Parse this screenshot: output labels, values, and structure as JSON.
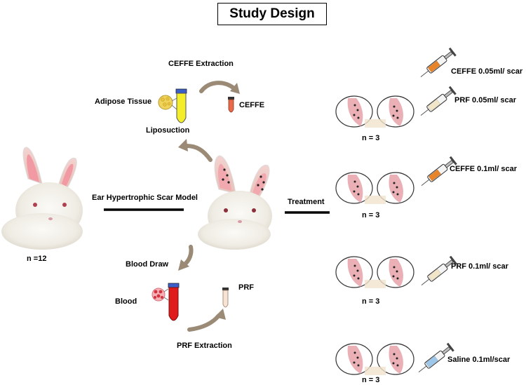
{
  "title": "Study Design",
  "cohort": {
    "count_label": "n =12"
  },
  "model": {
    "label": "Ear Hypertrophic Scar Model"
  },
  "treatment": {
    "label": "Treatment"
  },
  "ceffe_branch": {
    "extraction_label": "CEFFE Extraction",
    "adipose_label": "Adipose Tissue",
    "product_label": "CEFFE",
    "liposuction_label": "Liposuction"
  },
  "prf_branch": {
    "blood_draw_label": "Blood Draw",
    "blood_label": "Blood",
    "product_label": "PRF",
    "extraction_label": "PRF Extraction"
  },
  "groups": [
    {
      "n_label": "n = 3",
      "doses": [
        "CEFFE 0.05ml/ scar",
        "PRF 0.05ml/ scar"
      ]
    },
    {
      "n_label": "n = 3",
      "doses": [
        "CEFFE 0.1ml/ scar"
      ]
    },
    {
      "n_label": "n = 3",
      "doses": [
        "PRF 0.1ml/ scar"
      ]
    },
    {
      "n_label": "n = 3",
      "doses": [
        "Saline 0.1ml/scar"
      ]
    }
  ],
  "colors": {
    "arrow": "#9a8a76",
    "ceffe_syringe": "#e8852a",
    "prf_syringe": "#f2e6c8",
    "saline_syringe": "#9cc6ea",
    "blood": "#e01b1b",
    "ceffe_tube": "#e86a4a",
    "liposuction_tube": "#f4ee2a",
    "ear_pink": "#eab0b6"
  }
}
